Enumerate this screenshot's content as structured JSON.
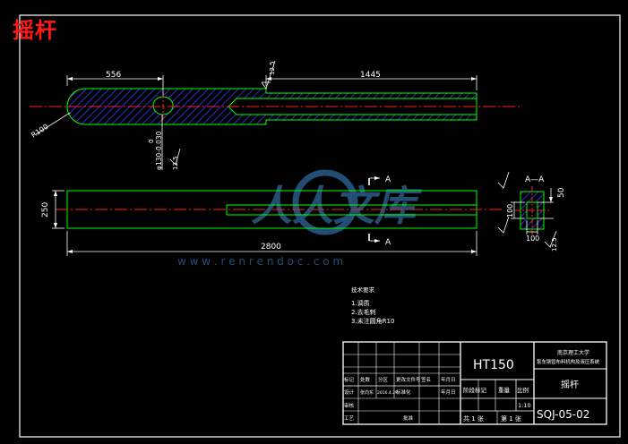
{
  "page_title": "摇杆",
  "watermark": {
    "brand": "人人文库",
    "url": "w w w . r e n r e n d o c . c o m"
  },
  "dimensions": {
    "d556": "556",
    "d1445": "1445",
    "r100": "R100",
    "bore": "φ130-0.030",
    "bore_tol": "0",
    "d250": "250",
    "d2800": "2800",
    "d100a": "100",
    "d100b": "100",
    "d50": "50"
  },
  "roughness": {
    "r1": "12.5",
    "r2": "12.5",
    "r3": "12.5"
  },
  "section": {
    "title": "A—A",
    "mark_top": "A",
    "mark_bottom": "A"
  },
  "notes": {
    "heading": "技术要求",
    "items": [
      "1.调质",
      "2.去毛刺",
      "3.未注圆角R10"
    ]
  },
  "title_block": {
    "material": "HT150",
    "school": "南京理工大学",
    "project": "泵车钢管布料机构及液压系统",
    "part_name": "摇杆",
    "drawing_no": "SQJ-05-02",
    "scale": "1:10",
    "stage_label": "阶段标记",
    "weight_label": "重量",
    "scale_label": "比例",
    "sheets_total": "共 1 张",
    "sheet_no": "第 1 张",
    "rev_headers": [
      "标记",
      "处数",
      "分区",
      "更改文件号",
      "签名",
      "年月日"
    ],
    "row_design": [
      "设计",
      "张向东",
      "2016.4.29",
      "标准化",
      "",
      "年月日"
    ],
    "row_review": "审核",
    "row_process": "工艺",
    "row_approve": "批准"
  },
  "colors": {
    "outline": "#00ff00",
    "center_line": "#ff2020",
    "dim": "#ffffff",
    "hatch": "#3a3aff",
    "watermark": "#2a5b8a"
  }
}
